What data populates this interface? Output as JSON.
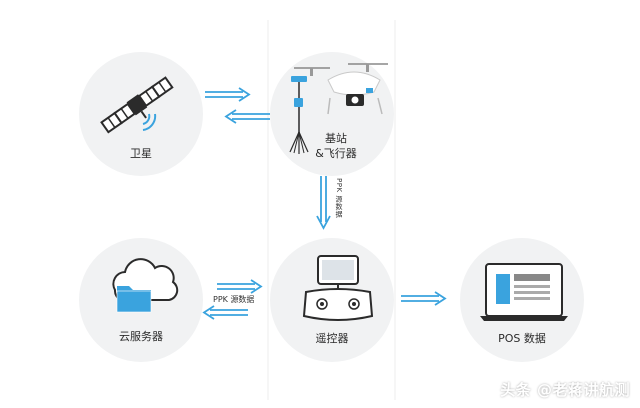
{
  "nodes": {
    "satellite": {
      "label": "卫星"
    },
    "base_station": {
      "label_line1": "基站",
      "label_line2": "&飞行器"
    },
    "cloud_server": {
      "label": "云服务器"
    },
    "remote_controller": {
      "label": "遥控器"
    },
    "pos_data": {
      "label": "POS 数据"
    }
  },
  "edges": {
    "vertical_label": "PPK 源数据",
    "horizontal_label": "PPK 源数据"
  },
  "watermark": "头条 @老蒋讲航测",
  "colors": {
    "accent": "#3aa3de",
    "arrow": "#3aa3de",
    "dark": "#2b2b2b"
  }
}
